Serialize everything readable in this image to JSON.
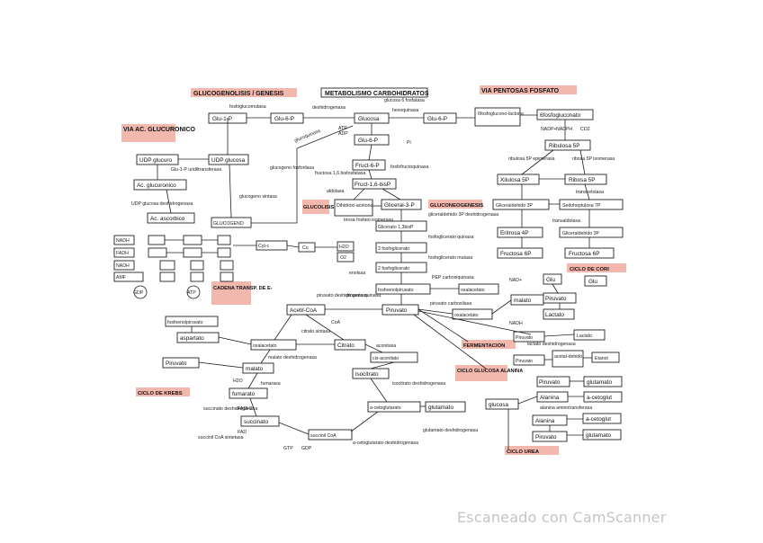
{
  "titles": {
    "glucogenesis": "GLUCOGENOLISIS / GENESIS",
    "metabolismo": "METABOLISMO CARBOHIDRATOS",
    "pentosas": "VIA PENTOSAS FOSFATO",
    "glucuronico": "VIA AC. GLUCURONICO",
    "glucolisis": "GLUCOLISIS",
    "gluconeogenesis": "GLUCONEOGENESIS",
    "cadena": "CADENA TRANSP. DE E-",
    "fermentacion": "FERMENTACION",
    "ciclo_cori": "CICLO DE CORI",
    "ciclo_krebs": "CICLO DE KREBS",
    "ciclo_glucosa_alanina": "CICLO GLUCOSA ALANINA",
    "ciclo_urea": "CICLO UREA"
  },
  "nodes": {
    "glu1p": "Glu-1-P",
    "glu6p_a": "Glu-6-P",
    "glucosa": "Glucosa",
    "glu6p_b": "Glu-6-P",
    "glu6p_c": "Glu-6-P",
    "fosfogluconolactona": "6fosfoglucono-lactona",
    "fosfogluconato": "6fosfogluconato",
    "ribulosa5p": "Ribulosa 5P",
    "xilulosa5p": "Xilulosa 5P",
    "ribosa5p": "Ribosa 5P",
    "gliceraldehido3p_a": "Gliceraldehido 3P",
    "sedoheptulosa7p": "Sedoheptulosa 7P",
    "eritrosa4p": "Eritrosa 4P",
    "gliceraldehido3p_b": "Gliceraldehido 3P",
    "fructosa6p_a": "Fructosa 6P",
    "fructosa6p_b": "Fructosa 6P",
    "udpglucosa": "UDP glucosa",
    "udpglucuronico": "UDP glucuro",
    "acglucuronico": "Ac. glucuronico",
    "acascorbico": "Ac. ascorbico",
    "glucogeno": "GLUCOGENO",
    "fruc6p": "Fruct-6-P",
    "fruc16bp": "Fruct-1,6-bisP",
    "dihidroxiacetona": "Dihidroxi-acetona",
    "gliceral3p": "Gliceral-3-P",
    "glicerato13bp": "Glicerato 1,3bisP",
    "fosfoglicerato3": "3 fosfoglicerato",
    "fosfoglicerato2": "2 fosfoglicerato",
    "fosfoenolpiruvato": "fosfoenolpiruvato",
    "piruvato": "Piruvato",
    "oxalacetato_a": "oxalacetato",
    "malato_a": "malato",
    "oxalacetato_b": "oxalacetato",
    "acetilcoa": "Acetil-CoA",
    "citrato": "Citrato",
    "aconitato": "cis-aconitato",
    "isocitrato": "isocitrato",
    "alfacetoglutarato": "a-cetoglutarato",
    "glutamato_a": "glutamato",
    "succinilcoa": "succinil CoA",
    "succinato": "succinato",
    "fumarato": "fumarato",
    "malato_b": "malato",
    "oxalacetato_c": "oxalacetato",
    "fosfoenolpiruvato_b": "fosfoenolpiruvato",
    "aspartato": "aspartato",
    "piruvato_b": "Piruvato",
    "glu_cori": "Glu",
    "glu_cori_b": "Glu",
    "piruvato_cori": "Piruvato",
    "lactato_cori": "Lactato",
    "piruvato_ferm": "Piruvato",
    "lactato_ferm": "Lactato",
    "piruvato_ferm2": "Piruvato",
    "acetaldehido": "acetal-dehido",
    "etanol": "Etanol",
    "glucosa_ala": "glucosa",
    "piruvato_ala": "Piruvato",
    "alanina_a": "Alanina",
    "glutamato_ala": "glutamato",
    "acetoglut": "a-cetoglut",
    "alanina_b": "Alanina",
    "piruvato_ala2": "Piruvato",
    "acetoglut_b": "a-cetoglut",
    "glutamato_ala2": "glutamato",
    "amf": "AMF",
    "gdp": "GDP",
    "atp": "ATP",
    "nadh": "NADH",
    "fadh": "FADH",
    "nadh_b": "NADH",
    "o2": "O2",
    "h2o": "H2O",
    "cu": "Cu",
    "cytc": "Cyt-c"
  },
  "enzymes": [
    "fosfoglucomutasa",
    "deshidrogenasa",
    "hexoquinasa",
    "glucoquinasa",
    "glucosa 6 fosfatasa",
    "Glu-1-P uridiltransferasa",
    "UDP glucosa deshidrogenasa",
    "glucogeno sintasa",
    "glucogeno fosforilasa",
    "fosfofructoquinasa",
    "fructosa 1,6 bisfosfatasa",
    "aldolasa",
    "triosa fosfato isomerasa",
    "gliceraldehido 3P deshidrogenasa",
    "fosfoglicerato quinasa",
    "fosfoglicerato mutasa",
    "enolasa",
    "piruvato quinasa",
    "piruvato carboxilasa",
    "PEP carboxiquinasa",
    "piruvato deshidrogenasa",
    "citrato sintasa",
    "aconitasa",
    "isocitrato deshidrogenasa",
    "a-cetoglutarato deshidrogenasa",
    "succinil CoA sintetasa",
    "succinato deshidrogenasa",
    "fumarasa",
    "malato deshidrogenasa",
    "lactato deshidrogenasa",
    "transaldolasa",
    "transcetolasa",
    "ribulosa 5P epimerasa",
    "ribosa 5P isomerasa",
    "alanina aminotransferasa",
    "glutamato deshidrogenasa"
  ],
  "cofactors": [
    "ATP",
    "ADP",
    "NADP+",
    "NADPH",
    "NAD+",
    "NADH",
    "CO2",
    "H2O",
    "CoA",
    "GTP",
    "GDP",
    "FAD",
    "FADH2",
    "Pi"
  ],
  "watermark": "Escaneado con CamScanner",
  "colors": {
    "highlight": "#f3b8ad",
    "ink": "#222222",
    "watermark": "#c4c4c4"
  }
}
